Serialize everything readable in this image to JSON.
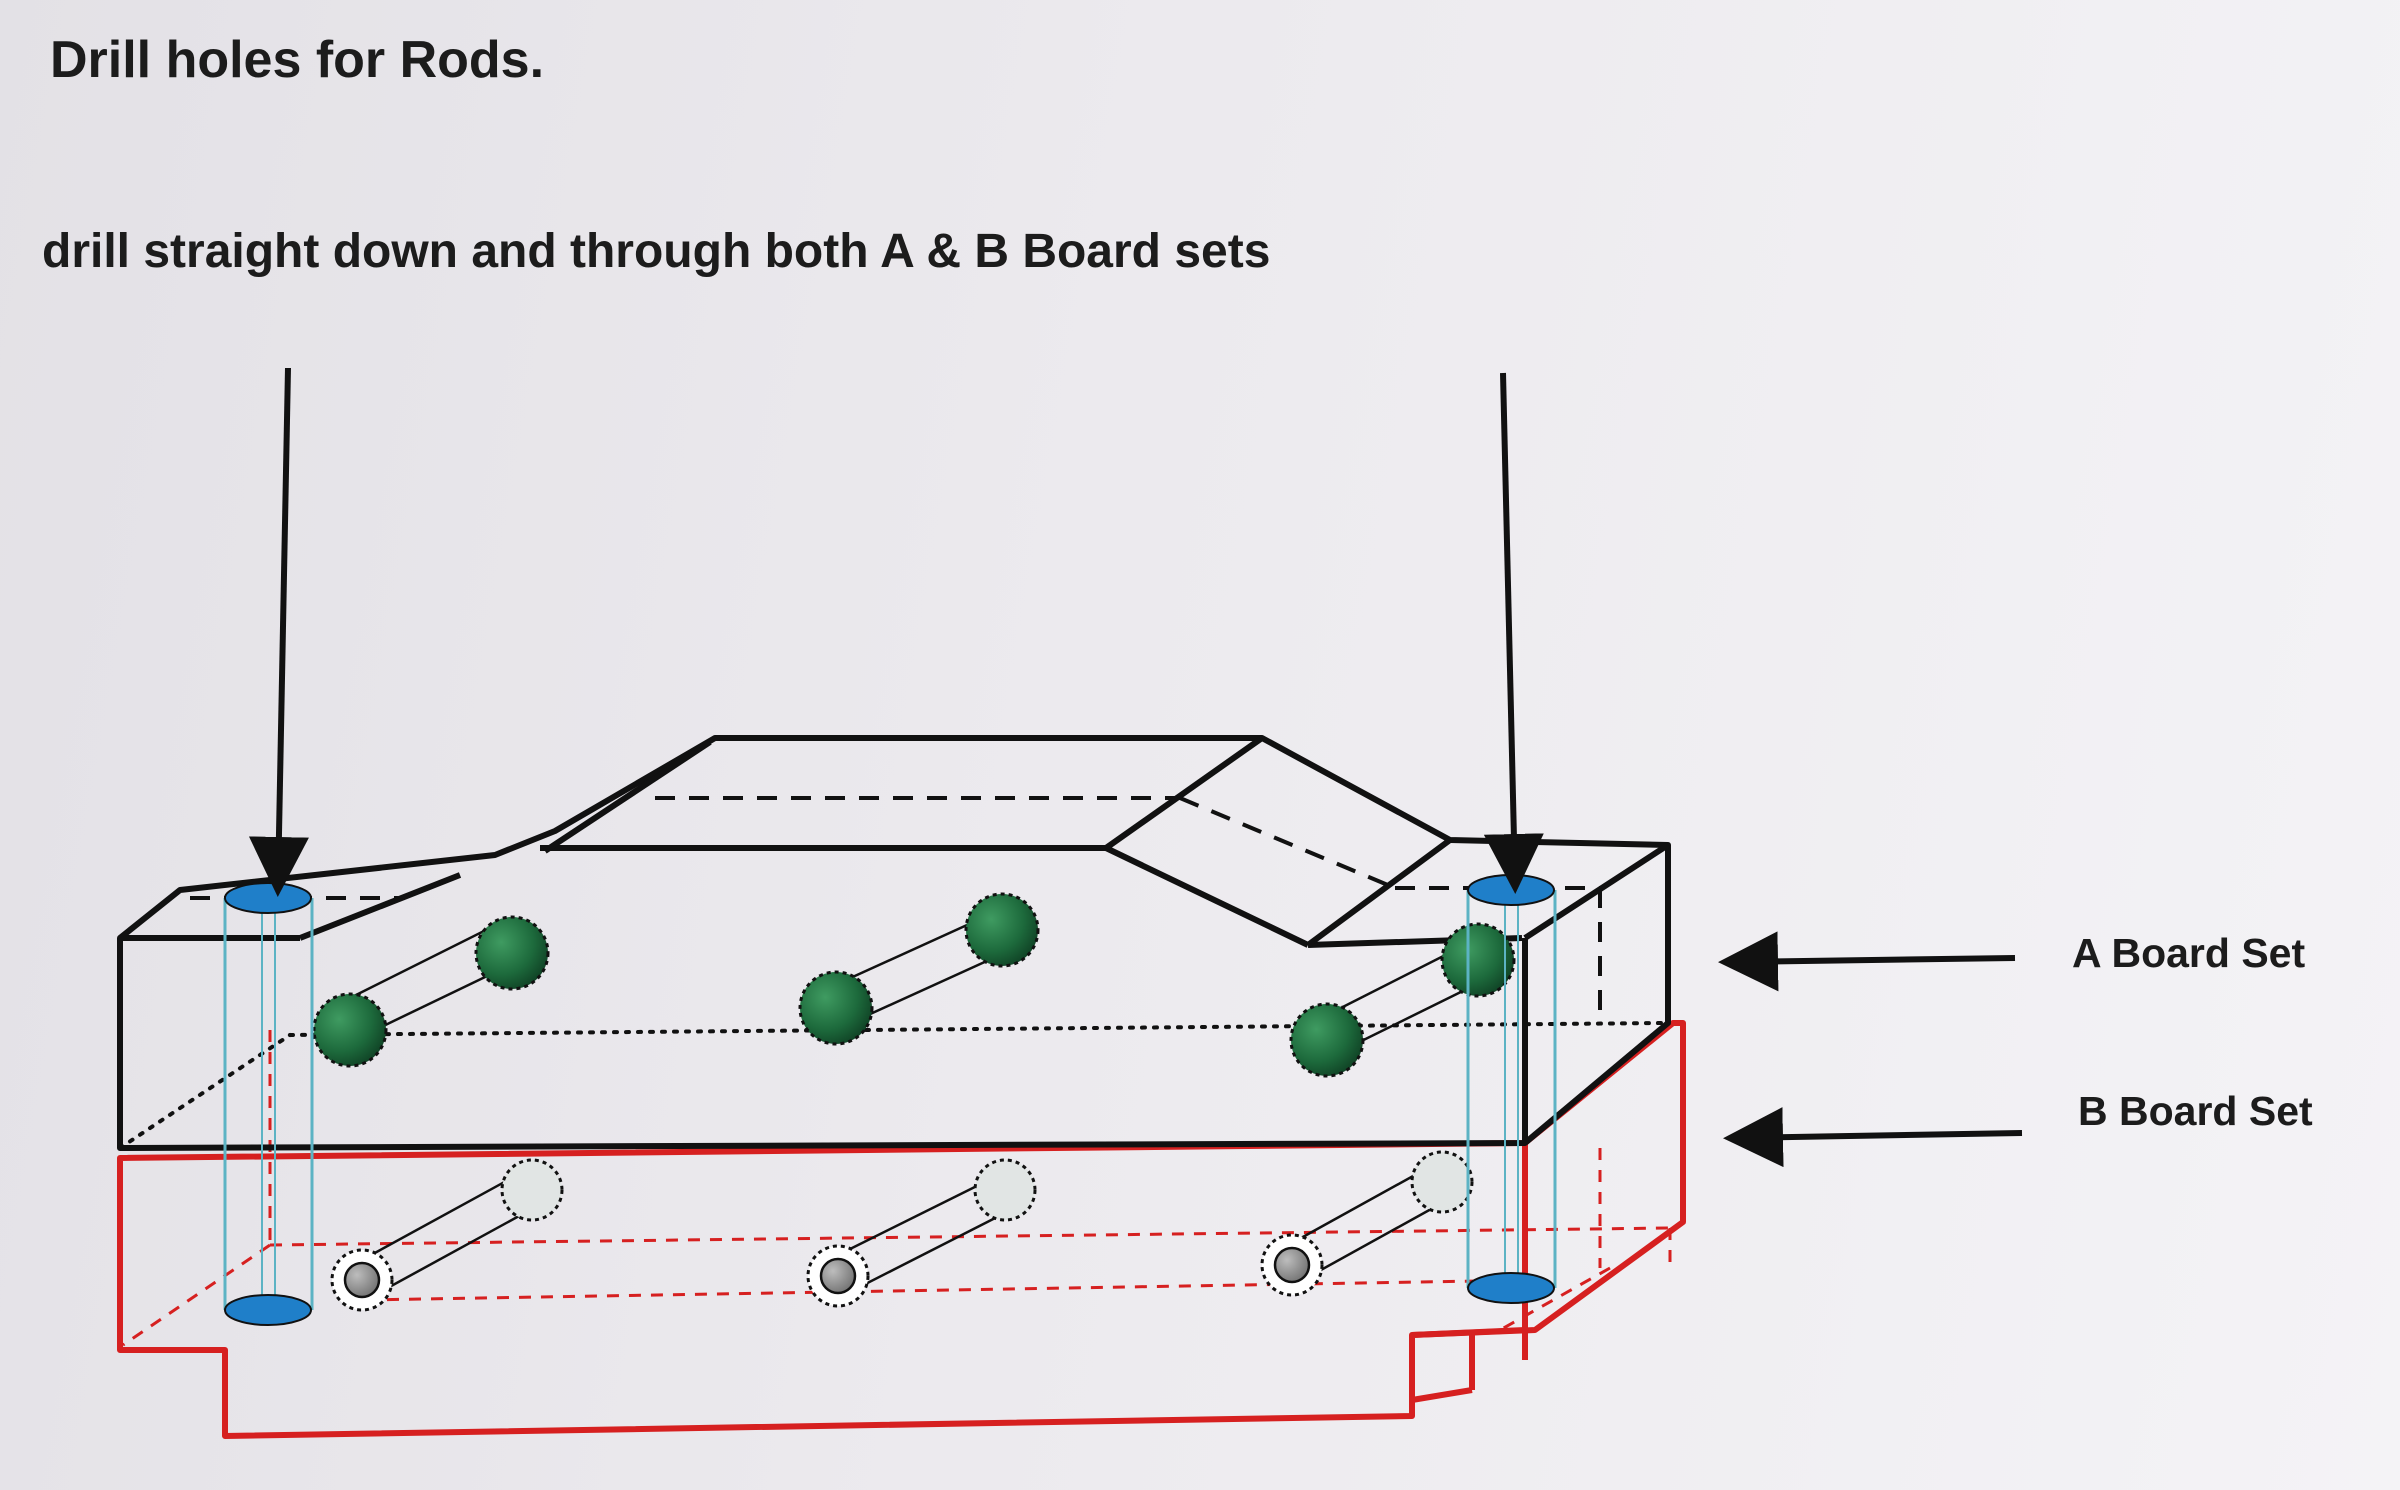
{
  "title": "Drill holes for Rods.",
  "subtitle": "drill straight down and through both A & B Board sets",
  "labels": {
    "a_board_set": "A Board Set",
    "b_board_set": "B Board Set"
  },
  "colors": {
    "outline": "#111111",
    "b_board_outline": "#d62020",
    "rod_hole": "#1f7fc9",
    "rod_hole_edge": "#5cb3c4",
    "dowel_green": "#1d6a3c",
    "dowel_grey": "#8f8f8f",
    "dowel_light": "#e1e5e4"
  }
}
